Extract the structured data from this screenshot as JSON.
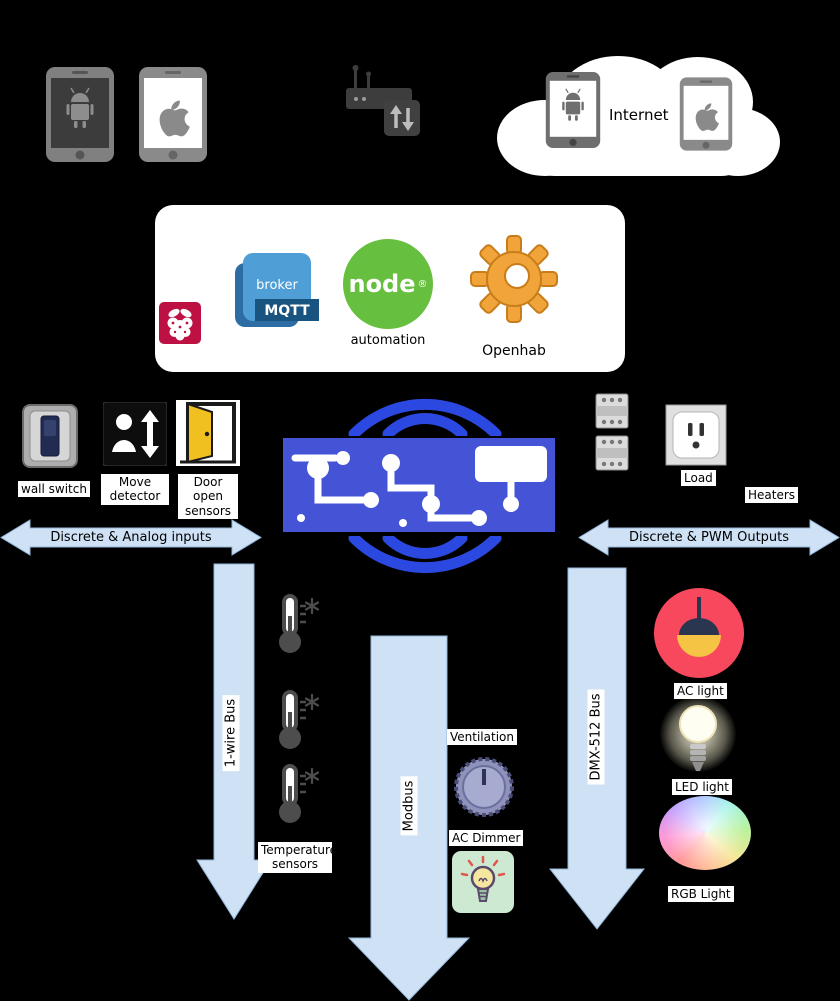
{
  "cloud": {
    "internet": "Internet"
  },
  "gateway": {
    "broker": "broker",
    "mqtt": "MQTT",
    "node": "node",
    "node_reg": "®",
    "automation": "automation",
    "openhab": "Openhab"
  },
  "inputs": {
    "wall_switch": "wall switch",
    "move_detector": "Move detector",
    "door_sensors": "Door open sensors",
    "arrow": "Discrete & Analog inputs"
  },
  "outputs": {
    "load": "Load",
    "heaters": "Heaters",
    "arrow": "Discrete & PWM Outputs"
  },
  "buses": {
    "one_wire": "1-wire Bus",
    "modbus": "Modbus",
    "dmx": "DMX-512 Bus"
  },
  "devices": {
    "temperature_sensors": "Temperature sensors",
    "ventilation": "Ventilation",
    "ac_dimmer": "AC Dimmer",
    "ac_light": "AC light",
    "led_light": "LED light",
    "rgb_light": "RGB Light"
  },
  "colors": {
    "arrow_fill": "#cfe2f5",
    "arrow_stroke": "#93b6d9",
    "pcb_blue": "#4553d6",
    "wifi_blue": "#2b49e0",
    "mqtt_blue": "#4f9ed6",
    "node_green": "#67bf3f",
    "openhab_orange": "#f0a439",
    "raspberry_crimson": "#bc1142",
    "ac_light_pink": "#f8485e"
  }
}
